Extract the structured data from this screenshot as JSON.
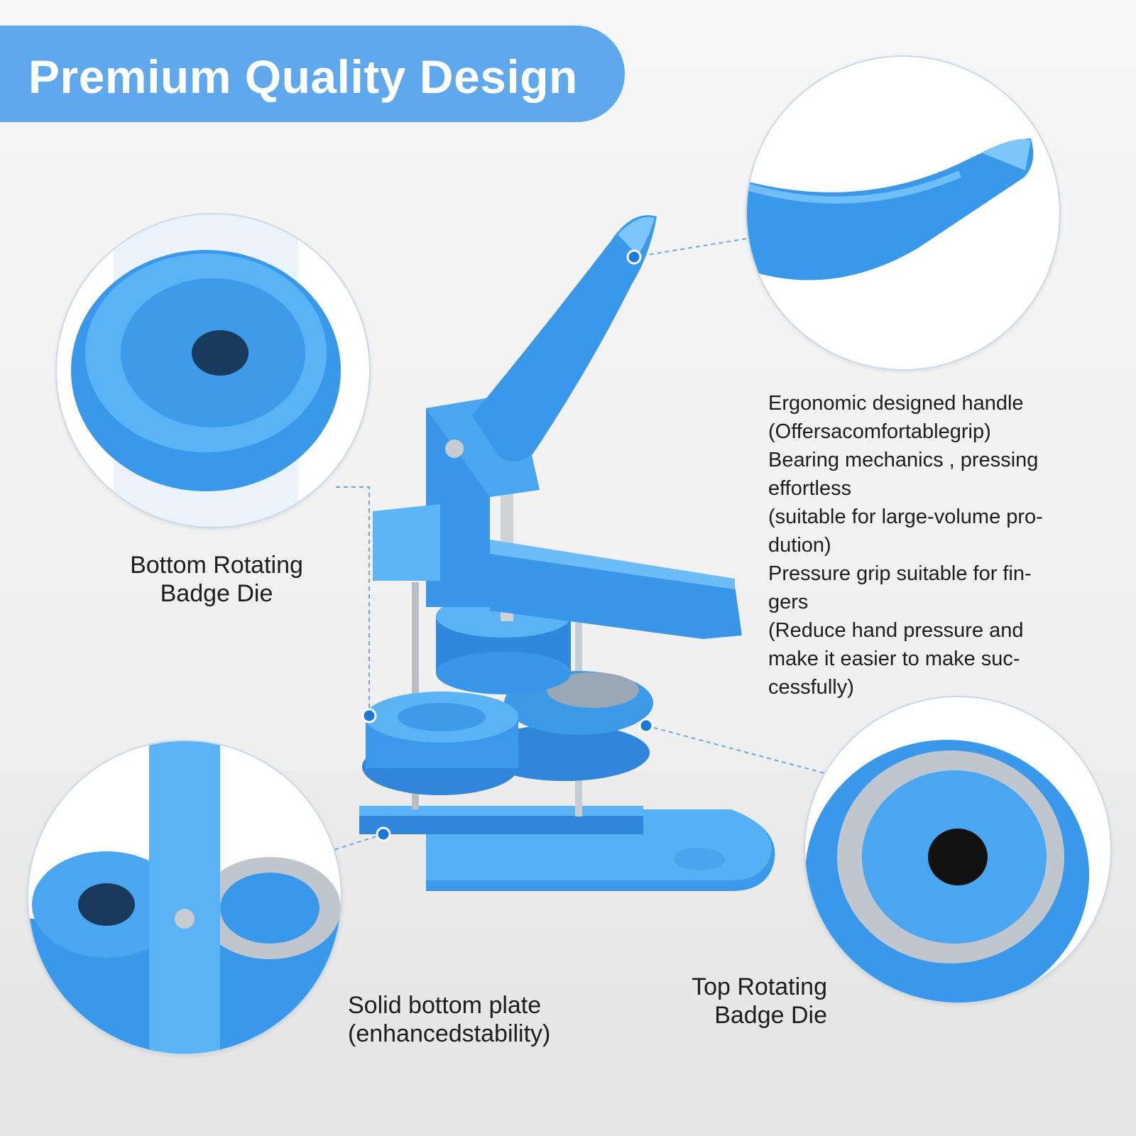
{
  "banner": {
    "title": "Premium Quality Design"
  },
  "labels": {
    "bottom_die": [
      "Bottom Rotating",
      "Badge Die"
    ],
    "top_die": [
      "Top Rotating",
      "Badge Die"
    ],
    "bottom_plate": [
      "Solid bottom plate",
      "(enhancedstability)"
    ]
  },
  "features": {
    "lines": [
      "Ergonomic designed handle",
      "(Offersacomfortablegrip)",
      "Bearing mechanics , pressing",
      "effortless",
      "(suitable for large-volume pro-",
      "dution)",
      "Pressure grip suitable for fin-",
      "gers",
      "(Reduce hand pressure and",
      "make it easier to make suc-",
      "cessfully)"
    ]
  },
  "colors": {
    "brand_blue": "#4aa6f0",
    "banner_blue": "#5fa8ee",
    "dark_blue": "#1e78d8",
    "steel": "#bfc4ca"
  },
  "icons": {
    "marker": "blue-dot-icon"
  }
}
